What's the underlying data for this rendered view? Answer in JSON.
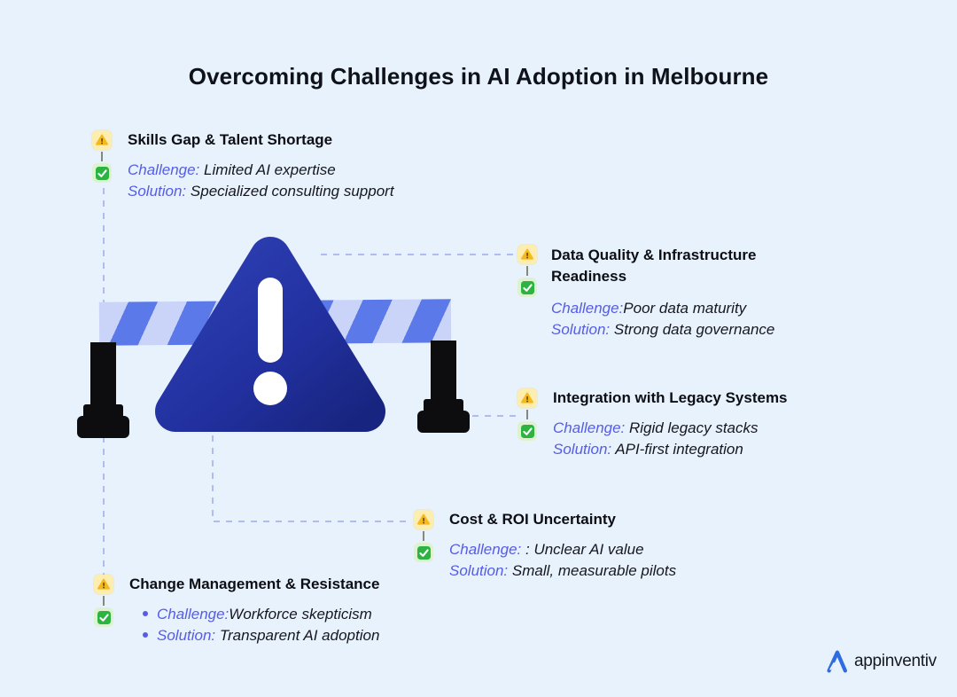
{
  "title": "Overcoming Challenges in AI Adoption in Melbourne",
  "brand": {
    "name": "appinventiv"
  },
  "colors": {
    "background": "#e8f2fd",
    "label_accent": "#555ce6",
    "heading": "#0c0e14",
    "body_text": "#16171f",
    "connector_dash": "#aebcf2",
    "barrier_stripe_light": "#c9d4f8",
    "barrier_stripe_blue": "#5b79e9",
    "triangle_gradient_start": "#2e40b5",
    "triangle_gradient_end": "#182580",
    "warning_icon_bg": "#fdedae",
    "warning_icon_fg": "#f5b91e",
    "check_icon_bg": "#ddf3cf",
    "check_icon_fg": "#2db341",
    "logo_blue": "#2f6ce0",
    "leg_black": "#0d0d0f"
  },
  "sections": [
    {
      "title": "Skills Gap & Talent Shortage",
      "challenge_label": "Challenge:",
      "challenge_text": " Limited AI expertise",
      "solution_label": "Solution:",
      "solution_text": " Specialized consulting support"
    },
    {
      "title": "Data Quality & Infrastructure Readiness",
      "challenge_label": "Challenge:",
      "challenge_text": "Poor data maturity",
      "solution_label": "Solution:",
      "solution_text": " Strong data governance"
    },
    {
      "title": "Integration with Legacy Systems",
      "challenge_label": "Challenge:",
      "challenge_text": " Rigid legacy stacks",
      "solution_label": "Solution:",
      "solution_text": " API-first integration"
    },
    {
      "title": "Cost & ROI Uncertainty",
      "challenge_label": "Challenge:",
      "challenge_text": " : Unclear AI value",
      "solution_label": "Solution:",
      "solution_text": " Small, measurable pilots"
    },
    {
      "title": "Change Management & Resistance",
      "challenge_label": "Challenge:",
      "challenge_text": "Workforce skepticism",
      "solution_label": "Solution:",
      "solution_text": " Transparent AI adoption"
    }
  ]
}
